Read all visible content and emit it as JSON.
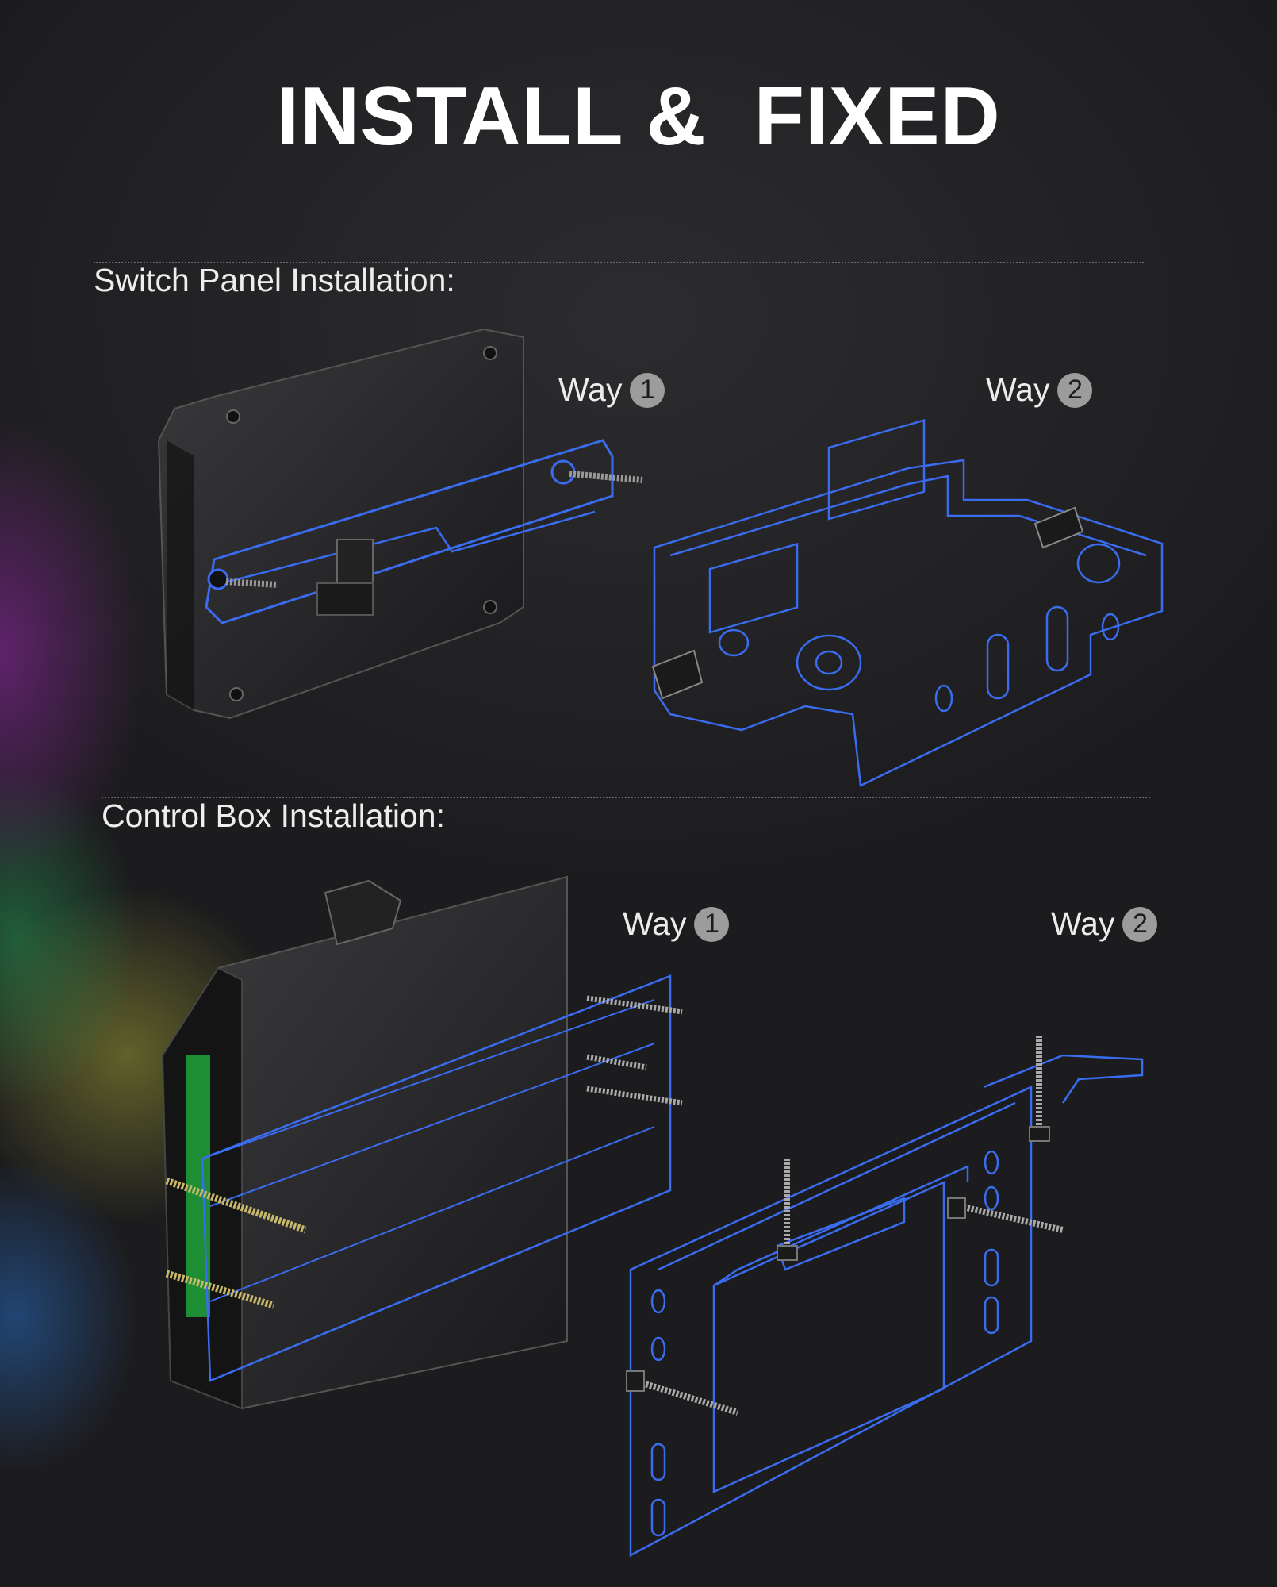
{
  "title": "INSTALL &  FIXED",
  "sections": [
    {
      "label": "Switch Panel Installation:",
      "ways": [
        {
          "text": "Way",
          "num": "1"
        },
        {
          "text": "Way",
          "num": "2"
        }
      ]
    },
    {
      "label": "Control Box Installation:",
      "ways": [
        {
          "text": "Way",
          "num": "1"
        },
        {
          "text": "Way",
          "num": "2"
        }
      ]
    }
  ],
  "colors": {
    "accent_blue": "#3a6cf0",
    "badge_gray": "#9c9c9c",
    "background": "#1e1e20"
  }
}
